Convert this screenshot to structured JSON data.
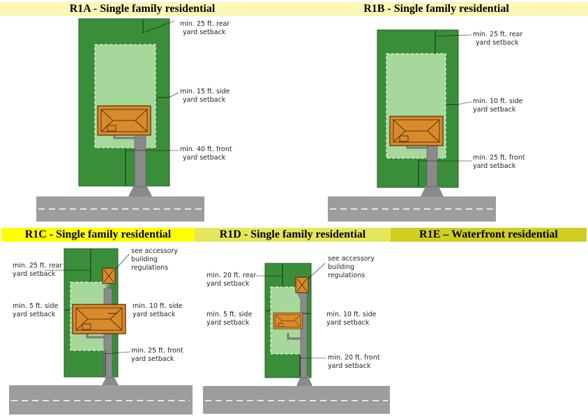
{
  "headers": {
    "r1a": "R1A - Single family residential",
    "r1b": "R1B - Single family residential",
    "r1c": "R1C - Single family residential",
    "r1d": "R1D - Single family residential",
    "r1e": "R1E – Waterfront residential"
  },
  "colors": {
    "header_light": "#fbf7b4",
    "header_yellow": "#ffff00",
    "header_olive": "#cfcf1f",
    "lot_green": "#3a8e3a",
    "buildable_green": "#a6d89b",
    "house_orange": "#d98a2a",
    "road_gray": "#9d9d9d",
    "driveway_gray": "#8a8a8a"
  },
  "labels": {
    "r1a_rear": [
      "min. 25 ft. rear",
      "yard setback"
    ],
    "r1a_side": [
      "min. 15 ft. side",
      "yard setback"
    ],
    "r1a_front": [
      "min. 40 ft. front",
      "yard setback"
    ],
    "r1b_rear": [
      "min. 25 ft. rear",
      "yard setback"
    ],
    "r1b_side": [
      "min. 10 ft. side",
      "yard setback"
    ],
    "r1b_front": [
      "min. 25 ft. front",
      "yard setback"
    ],
    "r1c_rear": [
      "min. 25 ft. rear",
      "yard setback"
    ],
    "r1c_side_left": [
      "min. 5 ft. side",
      "yard setback"
    ],
    "r1c_side_right": [
      "min. 10 ft. side",
      "yard setback"
    ],
    "r1c_front": [
      "min. 25 ft. front",
      "yard setback"
    ],
    "r1c_accessory": [
      "see accessory",
      "building",
      "regulations"
    ],
    "r1d_rear": [
      "min. 20 ft. rear",
      "yard setback"
    ],
    "r1d_side_left": [
      "min. 5 ft. side",
      "yard setback"
    ],
    "r1d_side_right": [
      "min. 10 ft. side",
      "yard setback"
    ],
    "r1d_front": [
      "min. 20 ft. front",
      "yard setback"
    ],
    "r1d_accessory": [
      "see accessory",
      "building",
      "regulations"
    ]
  }
}
